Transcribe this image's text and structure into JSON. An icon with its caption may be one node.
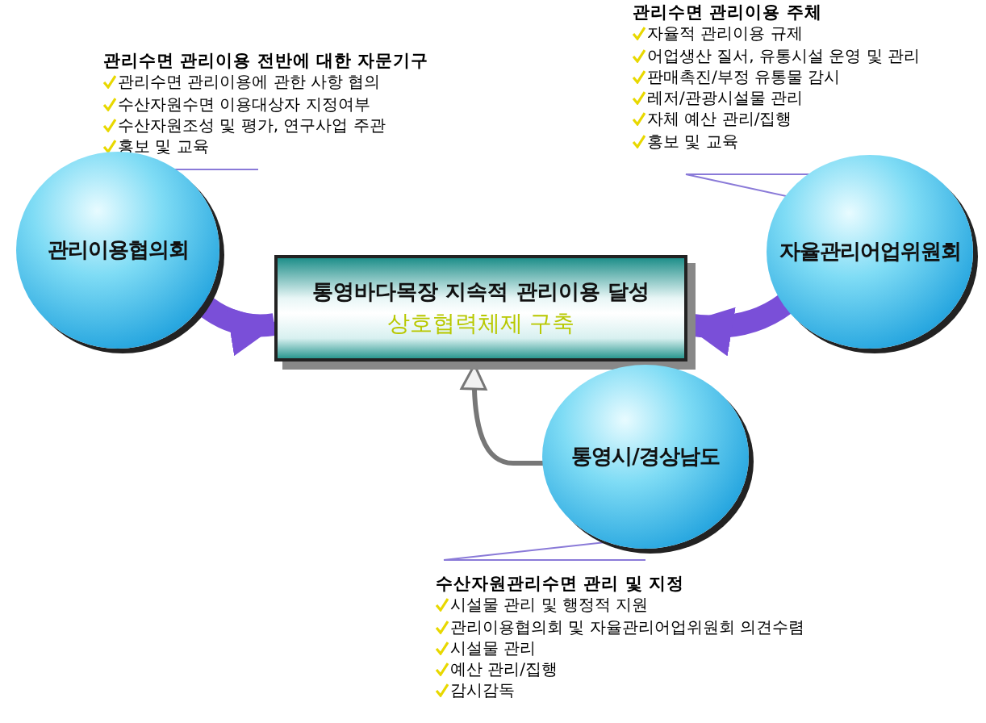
{
  "diagram": {
    "nodes": [
      {
        "text": [
          "통영바다목장 지속적 관리이용 달성",
          "상호협력체제 구축"
        ]
      },
      {
        "text": [
          "관리이용협의회"
        ],
        "beside": [
          "관리수면 관리이용 전반에 대한 자문기구",
          "관리수면 관리이용에 관한 사항 협의",
          "수산자원수면 이용대상자 지정여부",
          "수산자원조성 및 평가, 연구사업 주관",
          "홍보 및 교육"
        ]
      },
      {
        "text": [
          "자율관리어업위원회"
        ],
        "beside": [
          "관리수면 관리이용 주체",
          "자율적 관리이용 규제",
          "어업생산 질서, 유통시설 운영 및 관리",
          "판매촉진/부정 유통물 감시",
          "레저/관광시설물 관리",
          "자체 예산 관리/집행",
          "홍보 및 교육"
        ]
      },
      {
        "text": [
          "통영시/경상남도"
        ],
        "beside": [
          "수산자원관리수면 관리 및 지정",
          "시설물 관리 및 행정적 지원",
          "관리이용협의회 및 자율관리어업위원회 의견수렴",
          "시설물 관리",
          "예산 관리/집행",
          "감시감독"
        ]
      }
    ],
    "edges": [
      {
        "from": 1,
        "to": 0,
        "arrow": "to"
      },
      {
        "from": 2,
        "to": 0,
        "arrow": "to"
      },
      {
        "from": 3,
        "to": 0,
        "arrow": "to",
        "color": "#777777"
      }
    ]
  }
}
